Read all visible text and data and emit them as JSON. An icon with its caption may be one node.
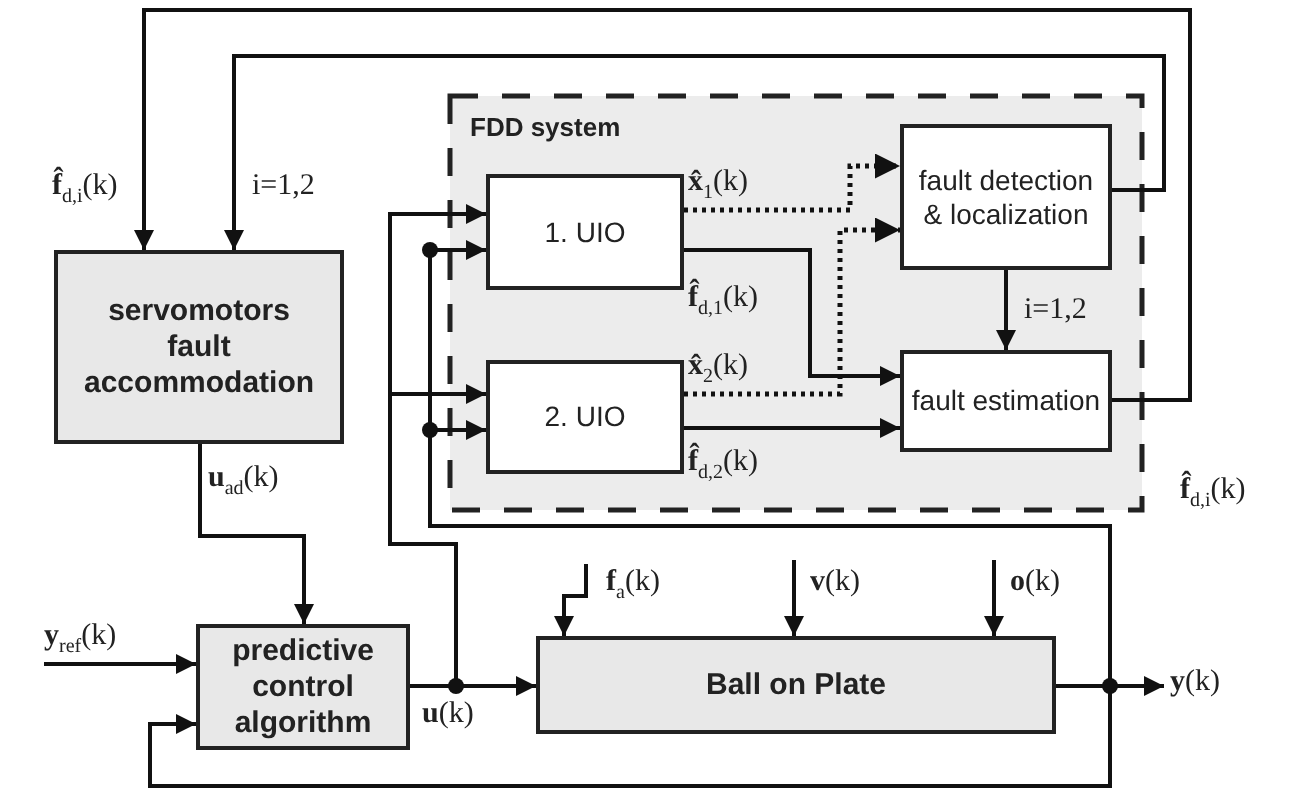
{
  "diagram": {
    "nodes": [
      {
        "text": [
          "FDD system"
        ]
      },
      {
        "text": [
          "1. UIO"
        ],
        "in": 0
      },
      {
        "text": [
          "fault detection & localization"
        ],
        "in": 0
      },
      {
        "text": [
          "2. UIO"
        ],
        "in": 0
      },
      {
        "text": [
          "fault estimation"
        ],
        "in": 0
      },
      {
        "text": [
          "servomotors fault accommodation"
        ]
      },
      {
        "text": [
          "predictive control algorithm"
        ]
      },
      {
        "text": [
          "Ball on Plate"
        ]
      }
    ],
    "edges": [
      {
        "from": 4,
        "to": 5,
        "arrow": "to",
        "label": "**f̂**$_{d,i}$(k)"
      },
      {
        "from": 2,
        "to": 5,
        "arrow": "to",
        "label": "i=1,2"
      },
      {
        "from": 1,
        "to": 2,
        "arrow": "to",
        "label": "**x̂**$_{1}$(k)",
        "style": "dashed"
      },
      {
        "from": 3,
        "to": 2,
        "arrow": "to",
        "label": "**x̂**$_{2}$(k)",
        "style": "dashed"
      },
      {
        "from": 1,
        "to": 4,
        "arrow": "to",
        "label": "**f̂**$_{d,1}$(k)"
      },
      {
        "from": 3,
        "to": 4,
        "arrow": "to",
        "label": "**f̂**$_{d,2}$(k)"
      },
      {
        "from": 2,
        "to": 4,
        "arrow": "to",
        "label": "i=1,2"
      },
      {
        "from": 5,
        "to": 6,
        "arrow": "to",
        "label": "**u**$_{ad}$(k)"
      },
      {
        "from": null,
        "to": 6,
        "arrow": "to",
        "label": "**y**$_{ref}$(k)"
      },
      {
        "from": 6,
        "to": 7,
        "arrow": "to",
        "label": "**u**(k)"
      },
      {
        "from": 6,
        "to": 1,
        "arrow": "to"
      },
      {
        "from": 6,
        "to": 3,
        "arrow": "to"
      },
      {
        "from": 7,
        "to": 1,
        "arrow": "to"
      },
      {
        "from": 7,
        "to": 3,
        "arrow": "to"
      },
      {
        "from": 7,
        "to": 6,
        "arrow": "to"
      },
      {
        "from": 7,
        "to": null,
        "arrow": "to",
        "label": "**y**(k)"
      },
      {
        "from": null,
        "to": 7,
        "arrow": "to",
        "label": "**f**$_{a}$(k)"
      },
      {
        "from": null,
        "to": 7,
        "arrow": "to",
        "label": "**v**(k)"
      },
      {
        "from": null,
        "to": 7,
        "arrow": "to",
        "label": "**o**(k)"
      }
    ],
    "labels": [
      "**f̂**$_{d,i}$(k)"
    ]
  }
}
